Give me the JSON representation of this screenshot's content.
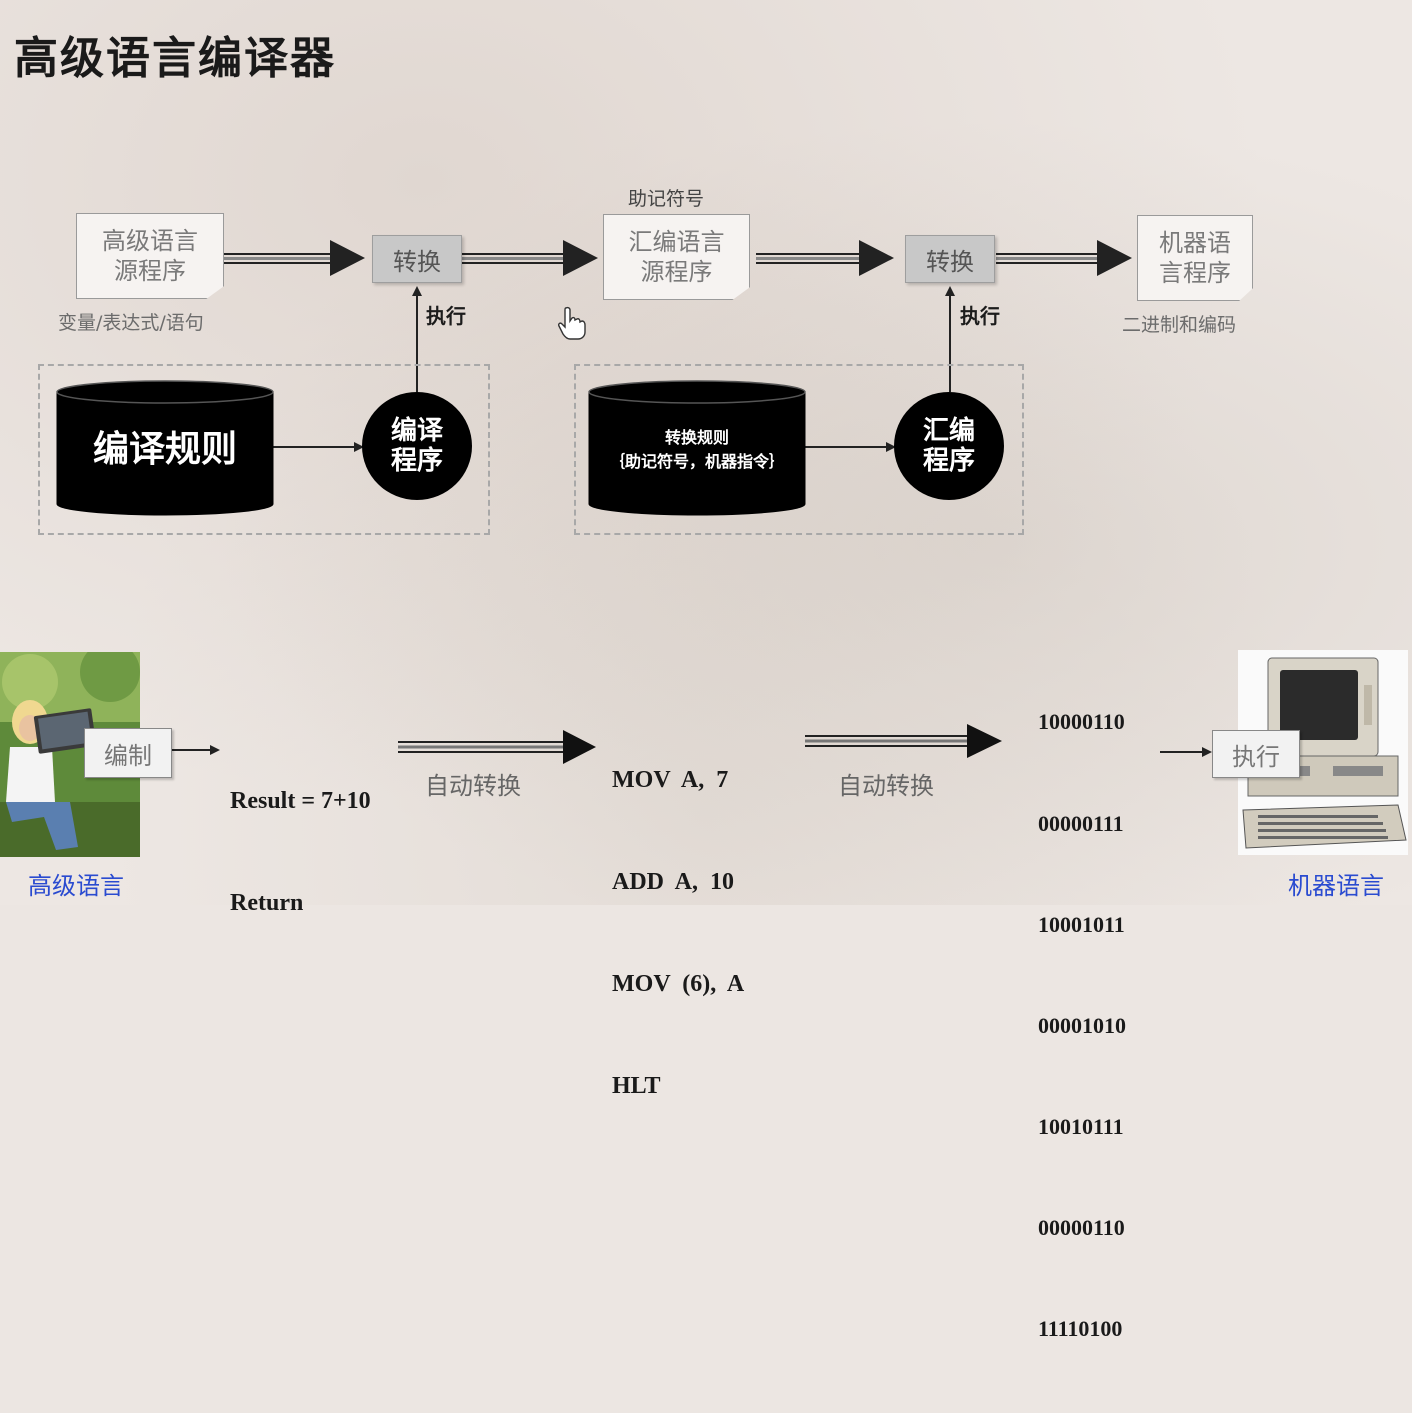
{
  "title": "高级语言编译器",
  "top_flow": {
    "mnemonic_label": "助记符号",
    "hll_source": "高级语言\n源程序",
    "hll_caption": "变量/表达式/语句",
    "convert1": "转换",
    "exec1": "执行",
    "asm_source": "汇编语言\n源程序",
    "convert2": "转换",
    "exec2": "执行",
    "machine_program": "机器语\n言程序",
    "machine_caption": "二进制和编码",
    "compile_rules": "编译规则",
    "compiler": "编译\n程序",
    "convert_rules": "转换规则\n｛助记符号，机器指令｝",
    "assembler": "汇编\n程序"
  },
  "bottom_flow": {
    "compose_box": "编制",
    "hll_code": [
      "Result = 7+10",
      "Return"
    ],
    "auto1": "自动转换",
    "asm_code": [
      "MOV  A,  7",
      "ADD  A,  10",
      "MOV  (6),  A",
      "HLT"
    ],
    "auto2": "自动转换",
    "binary": [
      "10000110",
      "00000111",
      "10001011",
      "00001010",
      "10010111",
      "00000110",
      "11110100"
    ],
    "exec_box": "执行",
    "hll_caption": "高级语言",
    "machine_caption": "机器语言"
  },
  "colors": {
    "caption_blue": "#2a4bd0",
    "block_black": "#000000"
  }
}
